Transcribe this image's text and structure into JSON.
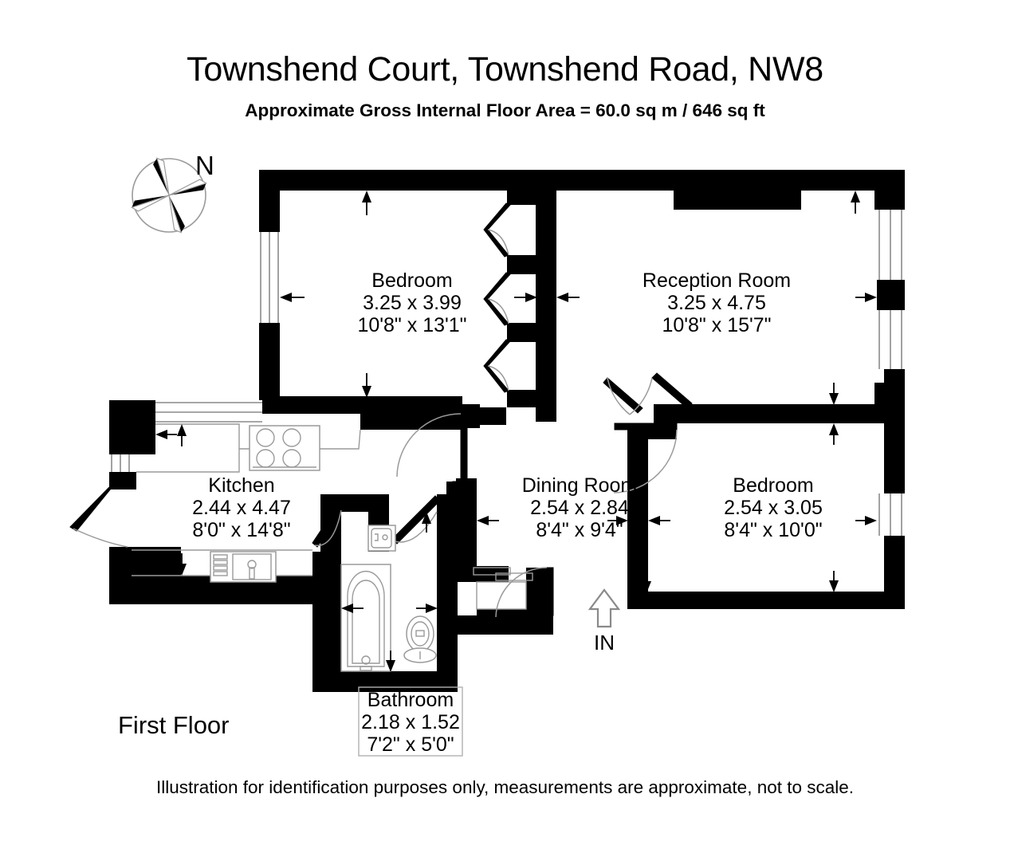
{
  "header": {
    "title": "Townshend Court, Townshend Road, NW8",
    "subtitle": "Approximate Gross Internal Floor Area = 60.0 sq m / 646 sq ft"
  },
  "floor_label": "First Floor",
  "footer": "Illustration for identification purposes only, measurements are approximate, not to scale.",
  "compass": {
    "north_label": "N"
  },
  "entrance": {
    "label": "IN"
  },
  "rooms": [
    {
      "name": "Bedroom",
      "metric": "3.25 x 3.99",
      "imperial": "10'8\" x 13'1\""
    },
    {
      "name": "Reception Room",
      "metric": "3.25 x 4.75",
      "imperial": "10'8\" x 15'7\""
    },
    {
      "name": "Kitchen",
      "metric": "2.44 x 4.47",
      "imperial": "8'0\" x 14'8\""
    },
    {
      "name": "Dining Room",
      "metric": "2.54 x 2.84",
      "imperial": "8'4\" x 9'4\""
    },
    {
      "name": "Bedroom",
      "metric": "2.54 x 3.05",
      "imperial": "8'4\" x 10'0\""
    },
    {
      "name": "Bathroom",
      "metric": "2.18 x 1.52",
      "imperial": "7'2\" x 5'0\""
    }
  ],
  "colors": {
    "wall": "#000000",
    "fixture_outline": "#9a9a9a",
    "background": "#ffffff"
  }
}
